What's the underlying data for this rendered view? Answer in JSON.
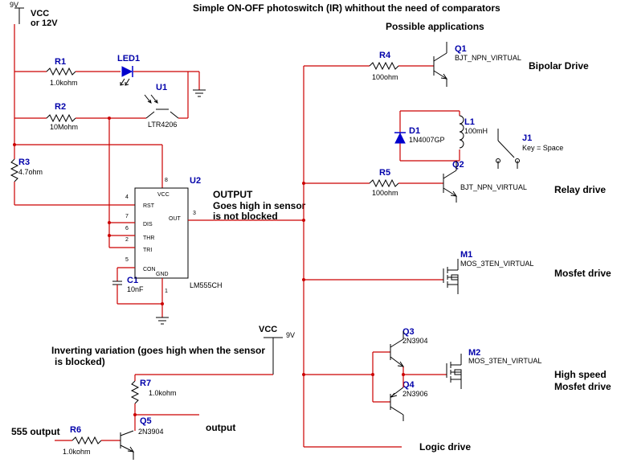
{
  "title": "Simple ON-OFF photoswitch (IR) whithout the need of comparators",
  "applications_header": "Possible applications",
  "supply": {
    "voltage": "9V",
    "line1": "VCC",
    "line2": "or 12V"
  },
  "components": {
    "R1": {
      "ref": "R1",
      "value": "1.0kohm"
    },
    "LED1": {
      "ref": "LED1"
    },
    "U1": {
      "ref": "U1",
      "value": "LTR4206"
    },
    "R2": {
      "ref": "R2",
      "value": "10Mohm"
    },
    "R3": {
      "ref": "R3",
      "value": "4.7ohm"
    },
    "U2": {
      "ref": "U2",
      "value": "LM555CH",
      "pins": {
        "vcc": "VCC",
        "rst": "RST",
        "dis": "DIS",
        "thr": "THR",
        "tri": "TRI",
        "con": "CON",
        "gnd": "GND",
        "out": "OUT"
      },
      "pin_numbers": {
        "p8": "8",
        "p4": "4",
        "p7": "7",
        "p6": "6",
        "p2": "2",
        "p5": "5",
        "p1": "1",
        "p3": "3"
      }
    },
    "C1": {
      "ref": "C1",
      "value": "10nF"
    },
    "R4": {
      "ref": "R4",
      "value": "100ohm"
    },
    "Q1": {
      "ref": "Q1",
      "value": "BJT_NPN_VIRTUAL"
    },
    "D1": {
      "ref": "D1",
      "value": "1N4007GP"
    },
    "L1": {
      "ref": "L1",
      "value": "100mH"
    },
    "J1": {
      "ref": "J1",
      "value": "Key = Space"
    },
    "R5": {
      "ref": "R5",
      "value": "100ohm"
    },
    "Q2": {
      "ref": "Q2",
      "value": "BJT_NPN_VIRTUAL"
    },
    "M1": {
      "ref": "M1",
      "value": "MOS_3TEN_VIRTUAL"
    },
    "Q3": {
      "ref": "Q3",
      "value": "2N3904"
    },
    "Q4": {
      "ref": "Q4",
      "value": "2N3906"
    },
    "M2": {
      "ref": "M2",
      "value": "MOS_3TEN_VIRTUAL"
    },
    "R7": {
      "ref": "R7",
      "value": "1.0kohm"
    },
    "R6": {
      "ref": "R6",
      "value": "1.0kohm"
    },
    "Q5": {
      "ref": "Q5",
      "value": "2N3904"
    }
  },
  "output_note": {
    "line1": "OUTPUT",
    "line2": "Goes high in sensor",
    "line3": "is not blocked"
  },
  "applications": {
    "bipolar": "Bipolar Drive",
    "relay": "Relay drive",
    "mosfet": "Mosfet drive",
    "hs_line1": "High speed",
    "hs_line2": "Mosfet drive",
    "logic": "Logic drive"
  },
  "inverting": {
    "line1": "Inverting variation (goes high when the sensor",
    "line2": "is blocked)",
    "vcc_label": "VCC",
    "vcc_voltage": "9V",
    "input_label": "555 output",
    "output_label": "output"
  }
}
